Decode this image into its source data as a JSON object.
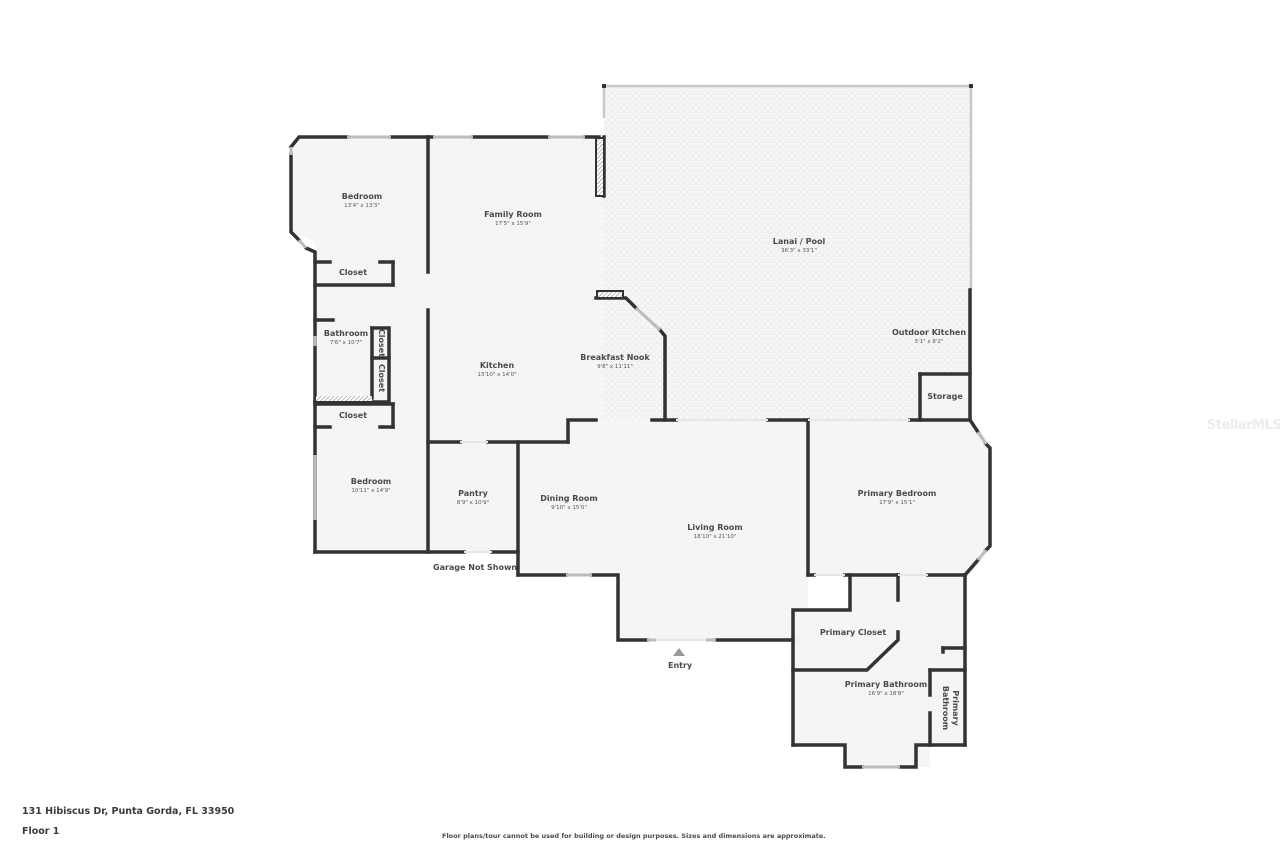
{
  "plan": {
    "address": "131 Hibiscus Dr, Punta Gorda, FL 33950",
    "floor": "Floor 1",
    "disclaimer": "Floor plans/tour cannot be used for building or design purposes. Sizes and dimensions are approximate.",
    "watermark": "StellarMLS",
    "notes": {
      "garage": "Garage Not Shown",
      "entry": "Entry"
    },
    "colors": {
      "wall": "#333333",
      "floor": "#f5f5f5",
      "window": "#d0d0d0",
      "text": "#4a4a4a"
    }
  },
  "rooms": [
    {
      "name": "Bedroom",
      "dims": "13'4\" x 13'3\""
    },
    {
      "name": "Family Room",
      "dims": "17'5\" x 15'9\""
    },
    {
      "name": "Lanai / Pool",
      "dims": "36'3\" x 33'1\""
    },
    {
      "name": "Closet",
      "dims": ""
    },
    {
      "name": "Bathroom",
      "dims": "7'6\" x 10'7\""
    },
    {
      "name": "Closet",
      "dims": ""
    },
    {
      "name": "Closet",
      "dims": ""
    },
    {
      "name": "Kitchen",
      "dims": "13'10\" x 14'0\""
    },
    {
      "name": "Breakfast Nook",
      "dims": "9'8\" x 11'11\""
    },
    {
      "name": "Outdoor Kitchen",
      "dims": "5'1\" x 8'2\""
    },
    {
      "name": "Storage",
      "dims": ""
    },
    {
      "name": "Closet",
      "dims": ""
    },
    {
      "name": "Bedroom",
      "dims": "10'11\" x 14'9\""
    },
    {
      "name": "Pantry",
      "dims": "8'9\" x 10'9\""
    },
    {
      "name": "Dining Room",
      "dims": "9'10\" x 15'0\""
    },
    {
      "name": "Living Room",
      "dims": "18'10\" x 21'10\""
    },
    {
      "name": "Primary Bedroom",
      "dims": "17'9\" x 15'1\""
    },
    {
      "name": "Primary Closet",
      "dims": ""
    },
    {
      "name": "Primary Bathroom",
      "dims": "16'9\" x 18'8\""
    },
    {
      "name": "Primary Bathroom",
      "dims": ""
    }
  ]
}
